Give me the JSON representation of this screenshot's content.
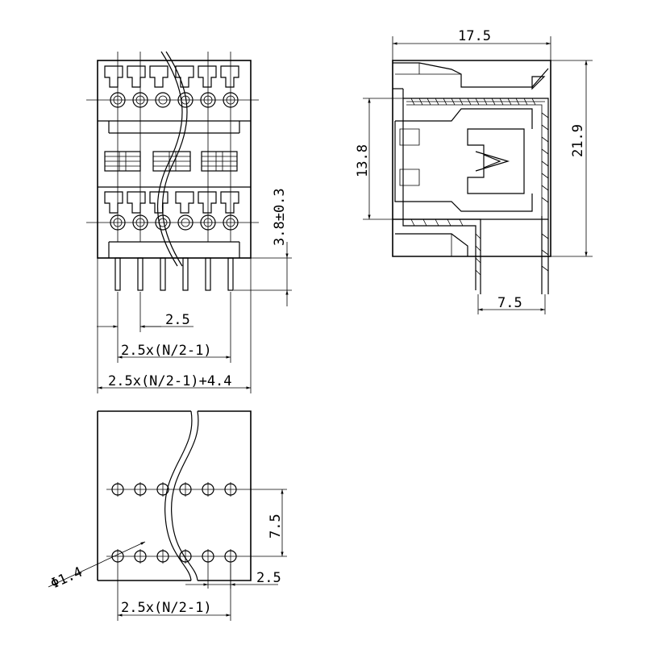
{
  "dimensions": {
    "pitch": "2.5",
    "pitch_span_top": "2.5x(N/2-1)",
    "overall_width": "2.5x(N/2-1)+4.4",
    "pin_height": "3.8±0.3",
    "side_width": "17.5",
    "side_height": "21.9",
    "inner_height": "13.8",
    "pin_row_spacing": "7.5",
    "hole_row_spacing": "7.5",
    "hole_diameter": "Φ1.4",
    "hole_pitch": "2.5",
    "hole_span": "2.5x(N/2-1)"
  }
}
